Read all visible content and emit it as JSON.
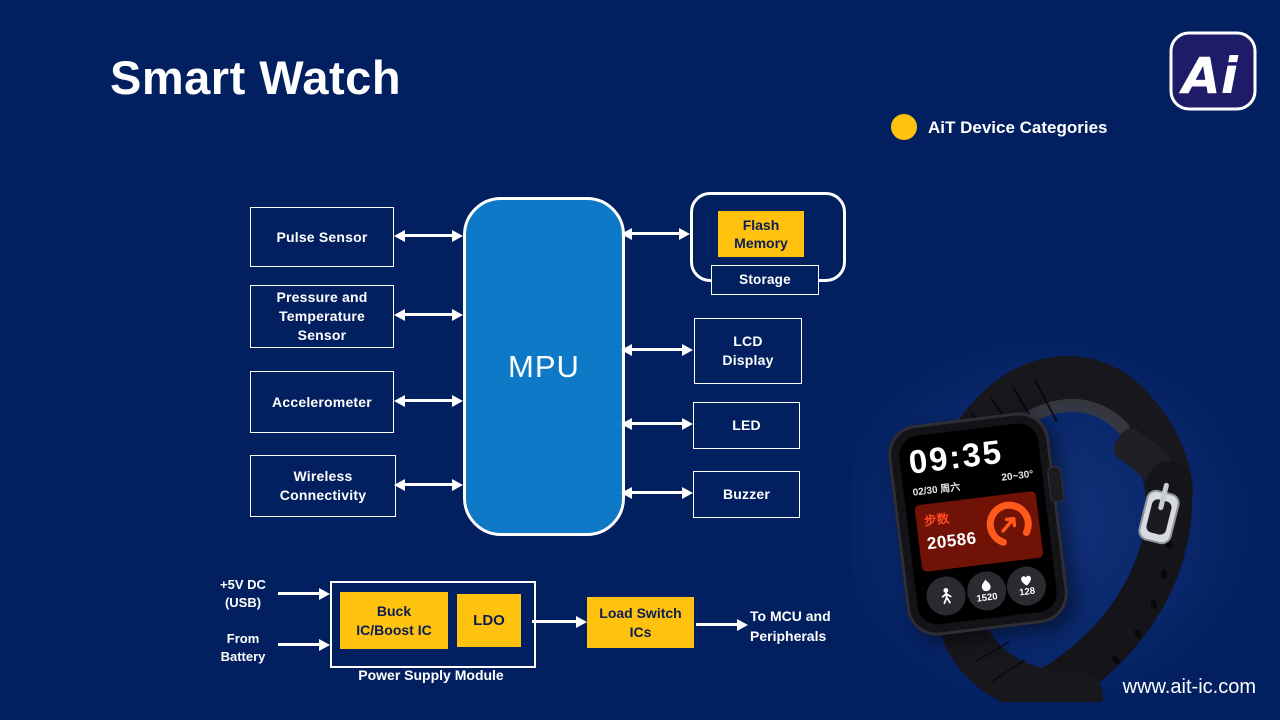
{
  "slide": {
    "title": "Smart Watch",
    "website": "www.ait-ic.com"
  },
  "logo": {
    "text": "Ai"
  },
  "legend": {
    "label": "AiT Device Categories",
    "swatch_color": "#FFC20E"
  },
  "colors": {
    "background": "#02205F",
    "accent_yellow": "#FFC20E",
    "mpu_blue": "#0D79C7",
    "chip_text": "#0B1D52",
    "watch_accent": "#FF5A1B"
  },
  "diagram": {
    "mpu": {
      "label": "MPU"
    },
    "peripherals_left": [
      {
        "label": "Pulse Sensor"
      },
      {
        "label": "Pressure and\nTemperature\nSensor"
      },
      {
        "label": "Accelerometer"
      },
      {
        "label": "Wireless\nConnectivity"
      }
    ],
    "storage_group": {
      "chip_label": "Flash\nMemory",
      "group_label": "Storage"
    },
    "peripherals_right": [
      {
        "label": "LCD\nDisplay"
      },
      {
        "label": "LED"
      },
      {
        "label": "Buzzer"
      }
    ],
    "power": {
      "input_1": "+5V DC\n(USB)",
      "input_2": "From\nBattery",
      "chip_1": "Buck\nIC/Boost IC",
      "chip_2": "LDO",
      "module_label": "Power Supply Module",
      "load_switch_label": "Load Switch\nICs",
      "output_label": "To MCU and\nPeripherals"
    }
  },
  "watch": {
    "time": "09:35",
    "date": "02/30 周六",
    "temperature": "20~30°",
    "steps_label": "步数",
    "steps_value": "20586",
    "calories_value": "1520",
    "heart_rate_value": "128"
  }
}
